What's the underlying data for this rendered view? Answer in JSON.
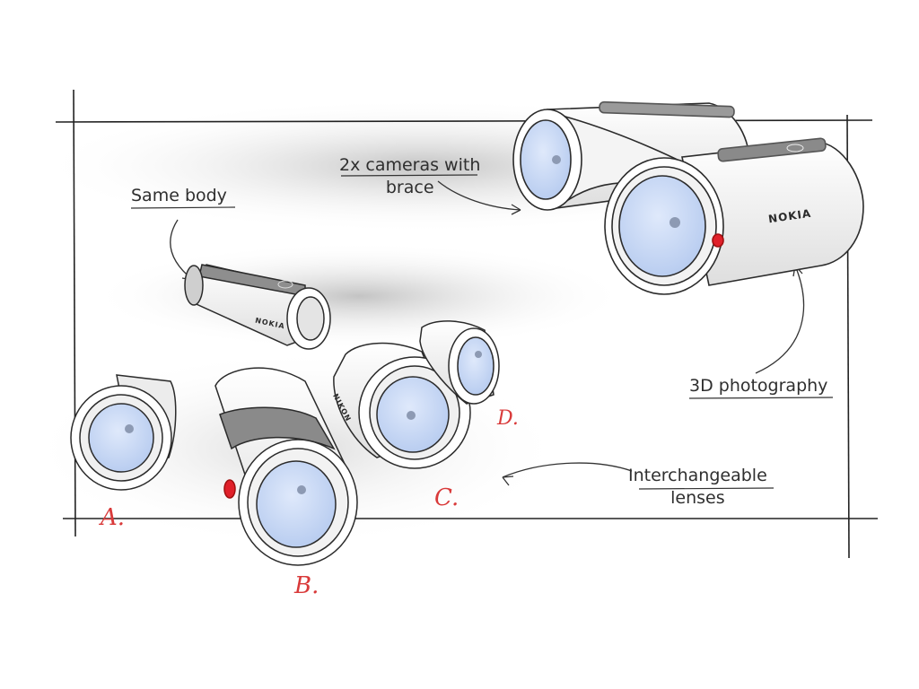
{
  "annotations": {
    "same_body": "Same body",
    "cameras_line1": "2x cameras with",
    "cameras_line2": "brace",
    "photography": "3D photography",
    "lenses_line1": "Interchangeable",
    "lenses_line2": "lenses"
  },
  "lens_labels": {
    "a": "A.",
    "b": "B.",
    "c": "C.",
    "d": "D."
  },
  "brand_marks": {
    "large_camera": "NOKIA",
    "small_body": "NOKIA",
    "lens_c": "NIKON"
  },
  "colors": {
    "lens_glass": "#c9dcf7",
    "body": "#f7f7f7",
    "outline": "#2b2b2b",
    "accent_red": "#e0202a",
    "label_red": "#d93a3a",
    "band_grey": "#8a8a8a"
  }
}
